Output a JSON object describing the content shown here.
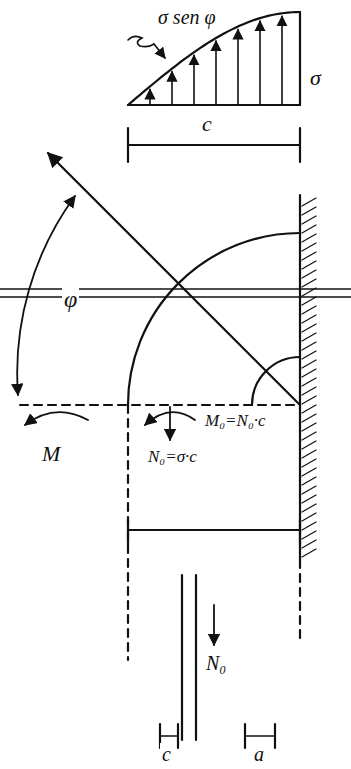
{
  "diagram": {
    "labels": [
      "σ sen φ",
      "σ",
      "c",
      "φ",
      "M",
      "M₀=N₀·c",
      "N₀=σ·c",
      "N₀",
      "c",
      "a"
    ]
  }
}
